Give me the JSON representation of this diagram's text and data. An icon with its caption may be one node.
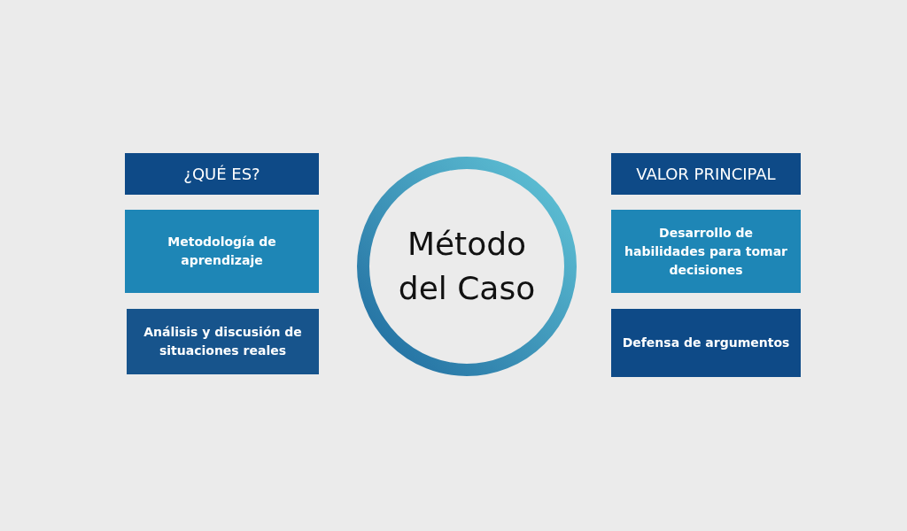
{
  "diagram": {
    "nodes": [
      {
        "text": [
          "¿QUÉ ES?"
        ]
      },
      {
        "text": [
          "Metodología de aprendizaje"
        ]
      },
      {
        "text": [
          "Análisis y discusión de situaciones reales"
        ]
      },
      {
        "text": [
          "Método del Caso"
        ]
      },
      {
        "text": [
          "VALOR PRINCIPAL"
        ]
      },
      {
        "text": [
          "Desarrollo de habilidades para tomar decisiones"
        ]
      },
      {
        "text": [
          "Defensa de argumentos"
        ]
      }
    ]
  }
}
